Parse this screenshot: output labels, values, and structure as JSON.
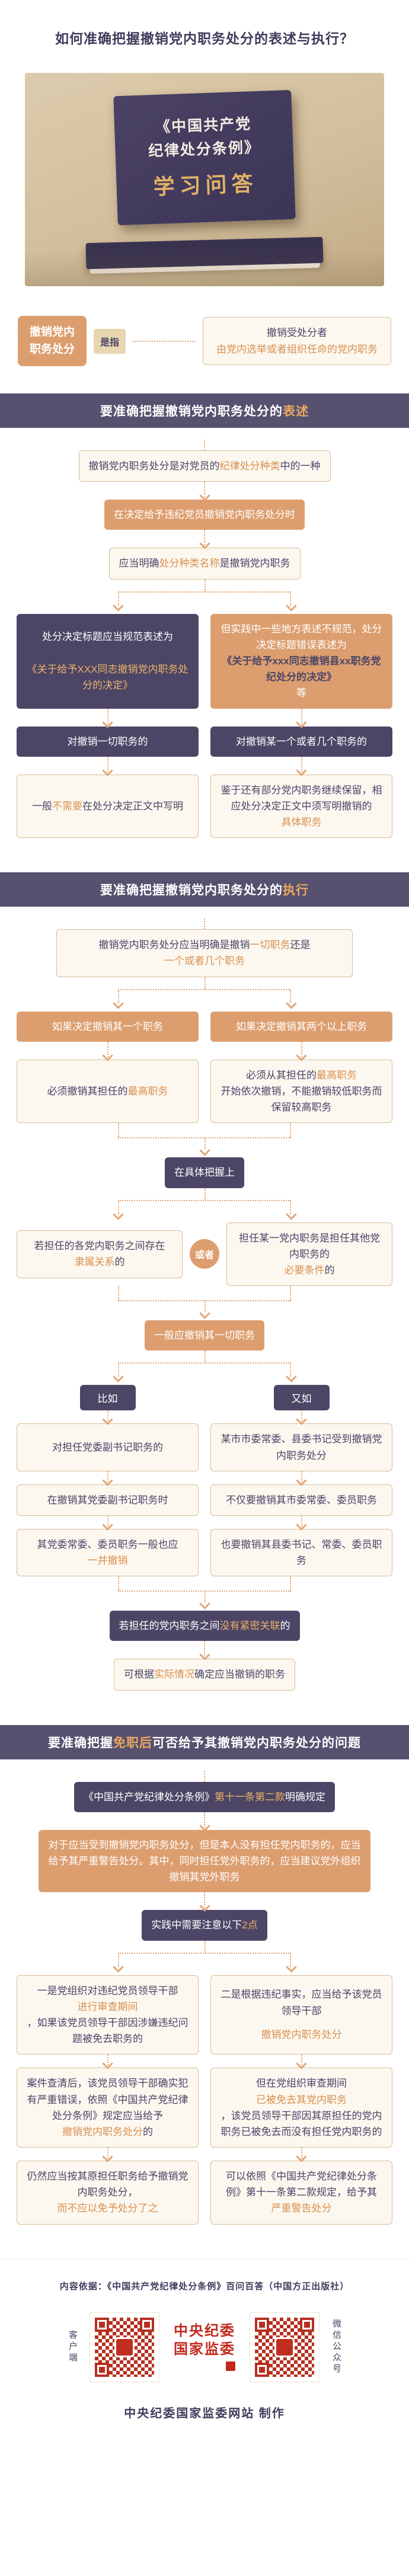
{
  "page": {
    "title": "如何准确把握撤销党内职务处分的表述与执行？"
  },
  "hero": {
    "title_line1": "《中国共产党",
    "title_line2": "纪律处分条例》",
    "subtitle": "学习问答"
  },
  "def": {
    "term": "撤销党内职务处分",
    "link": "是指",
    "p0": "撤销受处分者",
    "h1": "由党内选举或者组织任命的党内职务"
  },
  "s1": {
    "banner_p0": "要准确把握撤销党内职务处分的",
    "banner_h1": "表述",
    "b1_p0": "撤销党内职务处分是对党员的",
    "b1_h1": "纪律处分种类",
    "b1_p1": "中的一种",
    "b2": "在决定给予违纪党员撤销党内职务处分时",
    "b3_p0": "应当明确",
    "b3_h1": "处分种类名称",
    "b3_p1": "是撤销党内职务",
    "rule_p0": "处分决定标题应当规范表述为",
    "rule_h1": "《关于给予XXX同志撤销党内职务处分的决定》",
    "wrong_p0": "但实践中一些地方表述不规范，处分决定标题错误表述为",
    "wrong_h1": "《关于给予xxx同志撤销县xx职务党纪处分的决定》",
    "wrong_p1": "等",
    "case_all": "对撤销一切职务的",
    "case_some": "对撤销某一个或者几个职务的",
    "res_all_p0": "一般",
    "res_all_h1": "不需要",
    "res_all_p1": "在处分决定正文中写明",
    "res_some_p0": "鉴于还有部分党内职务继续保留，相应处分决定正文中须写明撤销的",
    "res_some_h1": "具体职务"
  },
  "s2": {
    "banner_p0": "要准确把握撤销党内职务处分的",
    "banner_h1": "执行",
    "intro_p0": "撤销党内职务处分应当明确是撤销",
    "intro_h1": "一切职务",
    "intro_p1": "还是",
    "intro_h2": "一个或者几个职务",
    "one_title": "如果决定撤销其一个职务",
    "multi_title": "如果决定撤销其两个以上职务",
    "one_rule_p0": "必须撤销其担任的",
    "one_rule_h1": "最高职务",
    "multi_rule_p0": "必须从其担任的",
    "multi_rule_h1": "最高职务",
    "multi_rule_p1": "开始依次撤销，不能撤销较低职务而保留较高职务",
    "grasp": "在具体把握上",
    "cond_a_p0": "若担任的各党内职务之间存在",
    "cond_a_h1": "隶属关系",
    "cond_a_p1": "的",
    "or_label": "或者",
    "cond_b_p0": "担任某一党内职务是担任其他党内职务的",
    "cond_b_h1": "必要条件",
    "cond_b_p1": "的",
    "conclusion": "一般应撤销其一切职务",
    "ex1_label": "比如",
    "ex2_label": "又如",
    "ex1_s1": "对担任党委副书记职务的",
    "ex1_s2": "在撤销其党委副书记职务时",
    "ex1_s3_p0": "其党委常委、委员职务一般也应",
    "ex1_s3_h1": "一并撤销",
    "ex2_s1": "某市市委常委、县委书记受到撤销党内职务处分",
    "ex2_s2": "不仅要撤销其市委常委、委员职务",
    "ex2_s3": "也要撤销其县委书记、常委、委员职务",
    "unrel_p0": "若担任的党内职务之间",
    "unrel_h1": "没有紧密关联",
    "unrel_p1": "的",
    "final_p0": "可根据",
    "final_h1": "实际情况",
    "final_p1": "确定应当撤销的职务"
  },
  "s3": {
    "banner_p0": "要准确把握",
    "banner_h1": "免职后",
    "banner_p1": "可否给予其撤销党内职务处分的问题",
    "ref_p0": "《中国共产党纪律处分条例》",
    "ref_h1": "第十一条第二款",
    "ref_p1": "明确规定",
    "quote": "对于应当受到撤销党内职务处分，但是本人没有担任党内职务的，应当给予其严重警告处分。其中，同时担任党外职务的，应当建议党外组织撤销其党外职务",
    "note_p0": "实践中需要注意以下",
    "note_h1": "2点",
    "p1_s1_p0": "一是党组织对违纪党员领导干部",
    "p1_s1_h1": "进行审查期间",
    "p1_s1_p1": "，如果该党员领导干部因涉嫌违纪问题被免去职务的",
    "p1_s2_p0": "案件查清后，该党员领导干部确实犯有严重错误，依照《中国共产党纪律处分条例》规定应当给予",
    "p1_s2_h1": "撤销党内职务处分",
    "p1_s2_p1": "的",
    "p1_s3_p0": "仍然应当按其原担任职务给予撤销党内职务处分，",
    "p1_s3_h1": "而不应以免予处分了之",
    "p2_s1_p0": "二是根据违纪事实，应当给予该党员领导干部",
    "p2_s1_h1": "撤销党内职务处分",
    "p2_s2_p0": "但在党组织审查期间",
    "p2_s2_h1": "已被免去其党内职务",
    "p2_s2_p1": "，该党员领导干部因其原担任的党内职务已被免去而没有担任党内职务的",
    "p2_s3_p0": "可以依照《中国共产党纪律处分条例》第十一条第二款规定，给予其",
    "p2_s3_h1": "严重警告处分"
  },
  "ft": {
    "source": "内容依据：《中国共产党纪律处分条例》百问百答（中国方正出版社）",
    "qr_left_label": "客户端",
    "qr_right_label": "微信公众号",
    "mast1": "中央纪委",
    "mast2": "国家监委",
    "producer": "中央纪委国家监委网站",
    "producer_suffix": "制作"
  }
}
